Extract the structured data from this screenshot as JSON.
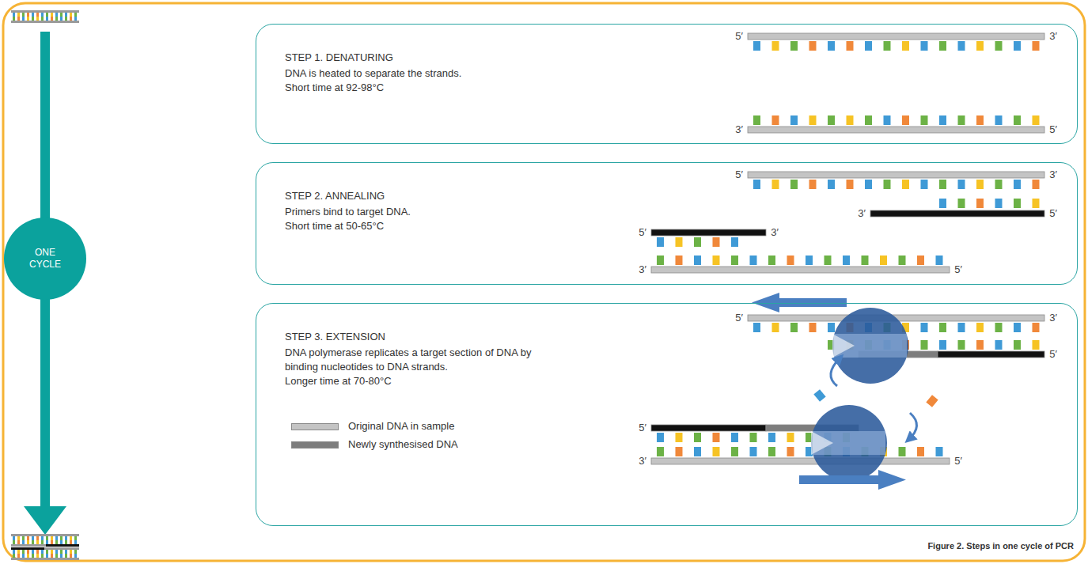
{
  "diagram": {
    "caption": "Figure 2. Steps in one cycle of PCR",
    "nodes": [
      {
        "text": [
          "ONE CYCLE"
        ]
      },
      {
        "text": [
          "STEP 1. DENATURING",
          "DNA is heated to separate the strands.",
          "Short time at 92-98°C"
        ]
      },
      {
        "text": [
          "STEP 2. ANNEALING",
          "Primers bind to target DNA.",
          "Short time at 50-65°C"
        ]
      },
      {
        "text": [
          "STEP 3. EXTENSION",
          "DNA polymerase replicates a target section of DNA by binding nucleotides to DNA strands.",
          "Longer time at 70-80°C"
        ]
      }
    ],
    "labels": [
      "5′",
      "3′",
      "3′",
      "5′",
      "5′",
      "3′",
      "3′",
      "5′",
      "5′",
      "3′",
      "3′",
      "5′",
      "5′",
      "3′",
      "5′",
      "5′",
      "3′",
      "5′"
    ],
    "legend": [
      {
        "text": "Original DNA in sample",
        "color": "#c4c4c4"
      },
      {
        "text": "Newly synthesised DNA",
        "color": "#7d7d7d"
      }
    ]
  }
}
